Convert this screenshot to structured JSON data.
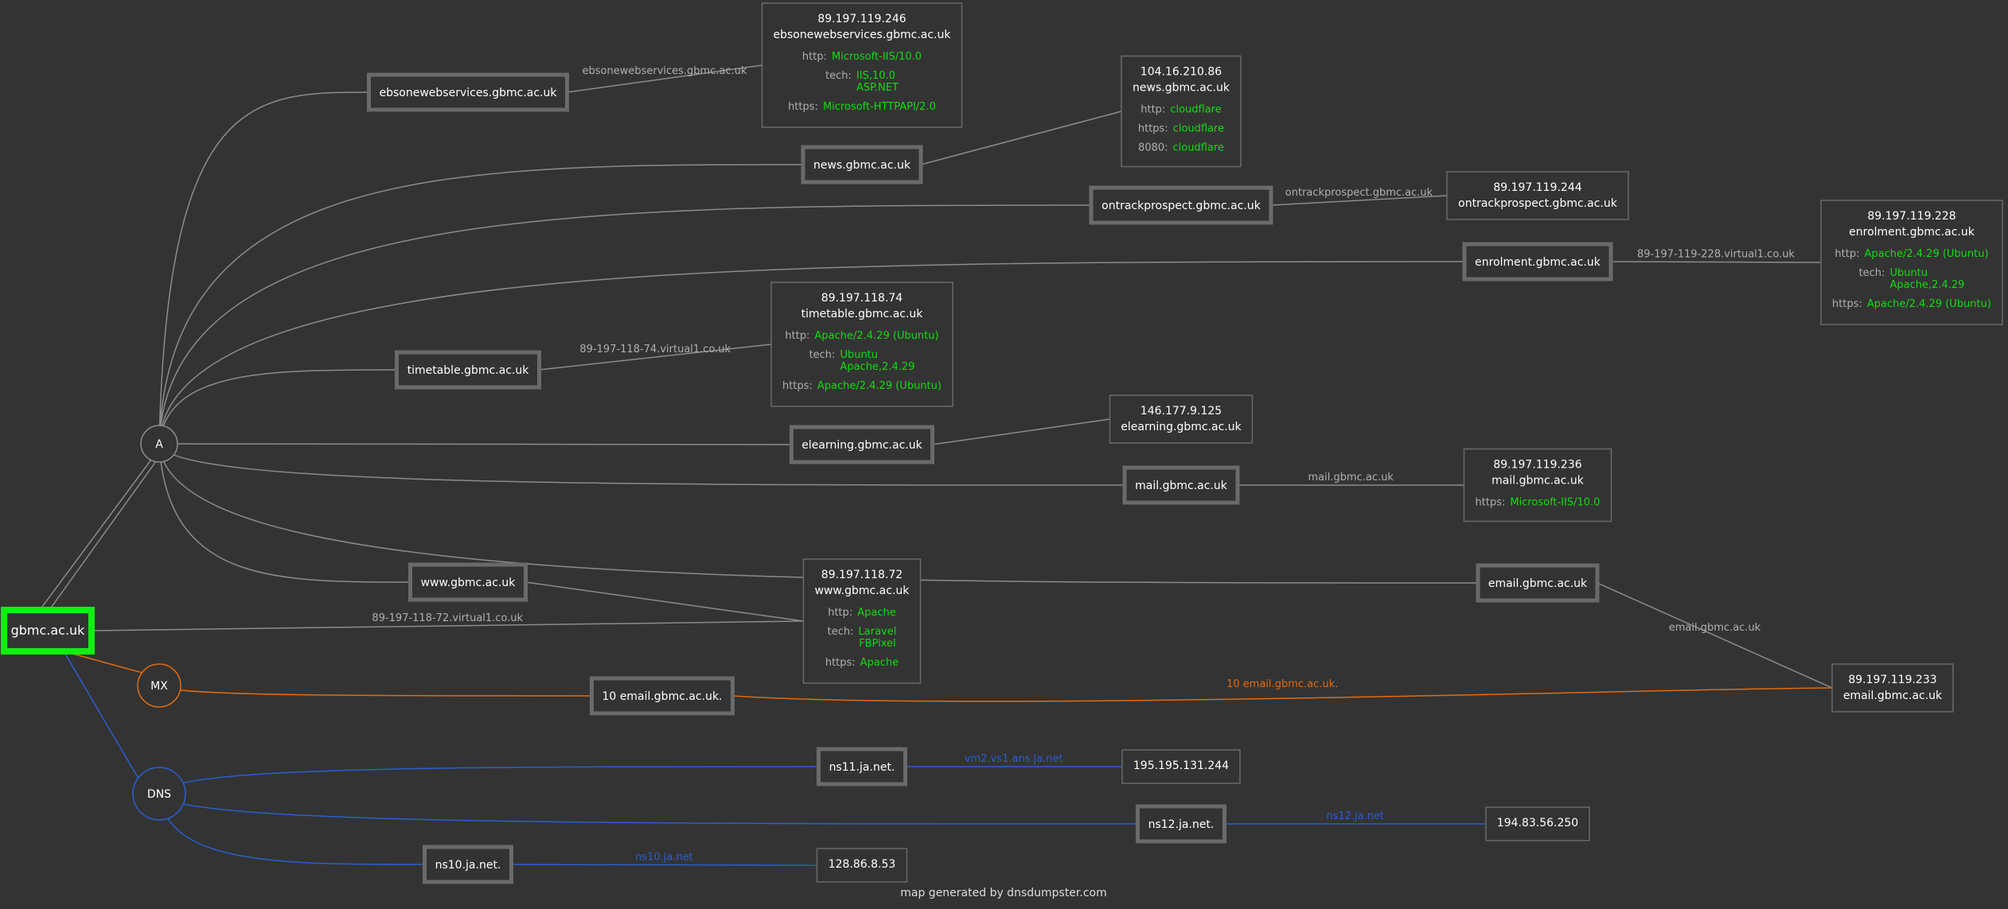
{
  "footer": "map generated by dnsdumpster.com",
  "colors": {
    "background": "#333333",
    "a_edge": "#8c8c8c",
    "mx_edge": "#e26b10",
    "dns_edge": "#2a5fd0",
    "domain_border": "#11ee11",
    "box_border": "#6a6a6a",
    "tech": "#11dd11",
    "label": "#b0b0b0",
    "text": "#ffffff"
  },
  "domain": {
    "label": "gbmc.ac.uk"
  },
  "groups": [
    {
      "id": "A",
      "label": "A",
      "color": "a"
    },
    {
      "id": "MX",
      "label": "MX",
      "color": "mx"
    },
    {
      "id": "DNS",
      "label": "DNS",
      "color": "dns"
    }
  ],
  "hosts": [
    {
      "id": "h1",
      "label": "ebsonewebservices.gbmc.ac.uk",
      "group": "A"
    },
    {
      "id": "h2",
      "label": "news.gbmc.ac.uk",
      "group": "A"
    },
    {
      "id": "h3",
      "label": "ontrackprospect.gbmc.ac.uk",
      "group": "A"
    },
    {
      "id": "h4",
      "label": "enrolment.gbmc.ac.uk",
      "group": "A"
    },
    {
      "id": "h5",
      "label": "timetable.gbmc.ac.uk",
      "group": "A"
    },
    {
      "id": "h6",
      "label": "elearning.gbmc.ac.uk",
      "group": "A"
    },
    {
      "id": "h7",
      "label": "mail.gbmc.ac.uk",
      "group": "A"
    },
    {
      "id": "h8",
      "label": "email.gbmc.ac.uk",
      "group": "A"
    },
    {
      "id": "h9",
      "label": "www.gbmc.ac.uk",
      "group": "A"
    },
    {
      "id": "h10",
      "label": "10 email.gbmc.ac.uk.",
      "group": "MX"
    },
    {
      "id": "h11",
      "label": "ns11.ja.net.",
      "group": "DNS"
    },
    {
      "id": "h12",
      "label": "ns12.ja.net.",
      "group": "DNS"
    },
    {
      "id": "h13",
      "label": "ns10.ja.net.",
      "group": "DNS"
    }
  ],
  "ips": [
    {
      "id": "i1",
      "ip": "89.197.119.246",
      "name": "ebsonewebservices.gbmc.ac.uk",
      "details": [
        {
          "key": "http:",
          "lines": [
            "Microsoft-IIS/10.0"
          ]
        },
        {
          "key": "tech:",
          "lines": [
            "IIS,10.0",
            "ASP.NET"
          ]
        },
        {
          "key": "https:",
          "lines": [
            "Microsoft-HTTPAPI/2.0"
          ]
        }
      ]
    },
    {
      "id": "i2",
      "ip": "104.16.210.86",
      "name": "news.gbmc.ac.uk",
      "details": [
        {
          "key": "http:",
          "lines": [
            "cloudflare"
          ]
        },
        {
          "key": "https:",
          "lines": [
            "cloudflare"
          ]
        },
        {
          "key": "8080:",
          "lines": [
            "cloudflare"
          ]
        }
      ]
    },
    {
      "id": "i3",
      "ip": "89.197.119.244",
      "name": "ontrackprospect.gbmc.ac.uk",
      "details": []
    },
    {
      "id": "i4",
      "ip": "89.197.119.228",
      "name": "enrolment.gbmc.ac.uk",
      "details": [
        {
          "key": "http:",
          "lines": [
            "Apache/2.4.29 (Ubuntu)"
          ]
        },
        {
          "key": "tech:",
          "lines": [
            "Ubuntu",
            "Apache,2.4.29"
          ]
        },
        {
          "key": "https:",
          "lines": [
            "Apache/2.4.29 (Ubuntu)"
          ]
        }
      ]
    },
    {
      "id": "i5",
      "ip": "89.197.118.74",
      "name": "timetable.gbmc.ac.uk",
      "details": [
        {
          "key": "http:",
          "lines": [
            "Apache/2.4.29 (Ubuntu)"
          ]
        },
        {
          "key": "tech:",
          "lines": [
            "Ubuntu",
            "Apache,2.4.29"
          ]
        },
        {
          "key": "https:",
          "lines": [
            "Apache/2.4.29 (Ubuntu)"
          ]
        }
      ]
    },
    {
      "id": "i6",
      "ip": "146.177.9.125",
      "name": "elearning.gbmc.ac.uk",
      "details": []
    },
    {
      "id": "i7",
      "ip": "89.197.119.236",
      "name": "mail.gbmc.ac.uk",
      "details": [
        {
          "key": "https:",
          "lines": [
            "Microsoft-IIS/10.0"
          ]
        }
      ]
    },
    {
      "id": "i8",
      "ip": "89.197.118.72",
      "name": "www.gbmc.ac.uk",
      "details": [
        {
          "key": "http:",
          "lines": [
            "Apache"
          ]
        },
        {
          "key": "tech:",
          "lines": [
            "Laravel",
            "FBPixel"
          ]
        },
        {
          "key": "https:",
          "lines": [
            "Apache"
          ]
        }
      ]
    },
    {
      "id": "i9",
      "ip": "89.197.119.233",
      "name": "email.gbmc.ac.uk",
      "details": []
    },
    {
      "id": "i10",
      "ip": "195.195.131.244",
      "name": "",
      "details": []
    },
    {
      "id": "i11",
      "ip": "194.83.56.250",
      "name": "",
      "details": []
    },
    {
      "id": "i12",
      "ip": "128.86.8.53",
      "name": "",
      "details": []
    }
  ],
  "links": [
    {
      "from": "h1",
      "to": "i1",
      "label": "ebsonewebservices.gbmc.ac.uk",
      "color": "a"
    },
    {
      "from": "h2",
      "to": "i2",
      "label": "",
      "color": "a"
    },
    {
      "from": "h3",
      "to": "i3",
      "label": "ontrackprospect.gbmc.ac.uk",
      "color": "a"
    },
    {
      "from": "h4",
      "to": "i4",
      "label": "89-197-119-228.virtual1.co.uk",
      "color": "a"
    },
    {
      "from": "h5",
      "to": "i5",
      "label": "89-197-118-74.virtual1.co.uk",
      "color": "a"
    },
    {
      "from": "h6",
      "to": "i6",
      "label": "",
      "color": "a"
    },
    {
      "from": "h7",
      "to": "i7",
      "label": "mail.gbmc.ac.uk",
      "color": "a"
    },
    {
      "from": "h8",
      "to": "i9",
      "label": "email.gbmc.ac.uk",
      "color": "a"
    },
    {
      "from": "h9",
      "to": "i8",
      "label": "",
      "color": "a"
    },
    {
      "from": "domain",
      "to": "i8",
      "label": "89-197-118-72.virtual1.co.uk",
      "color": "a"
    },
    {
      "from": "h10",
      "to": "i9",
      "label": "10 email.gbmc.ac.uk.",
      "color": "mx"
    },
    {
      "from": "h11",
      "to": "i10",
      "label": "vm2.vs1.ans.ja.net",
      "color": "dns"
    },
    {
      "from": "h12",
      "to": "i11",
      "label": "ns12.ja.net",
      "color": "dns"
    },
    {
      "from": "h13",
      "to": "i12",
      "label": "ns10.ja.net",
      "color": "dns"
    }
  ]
}
